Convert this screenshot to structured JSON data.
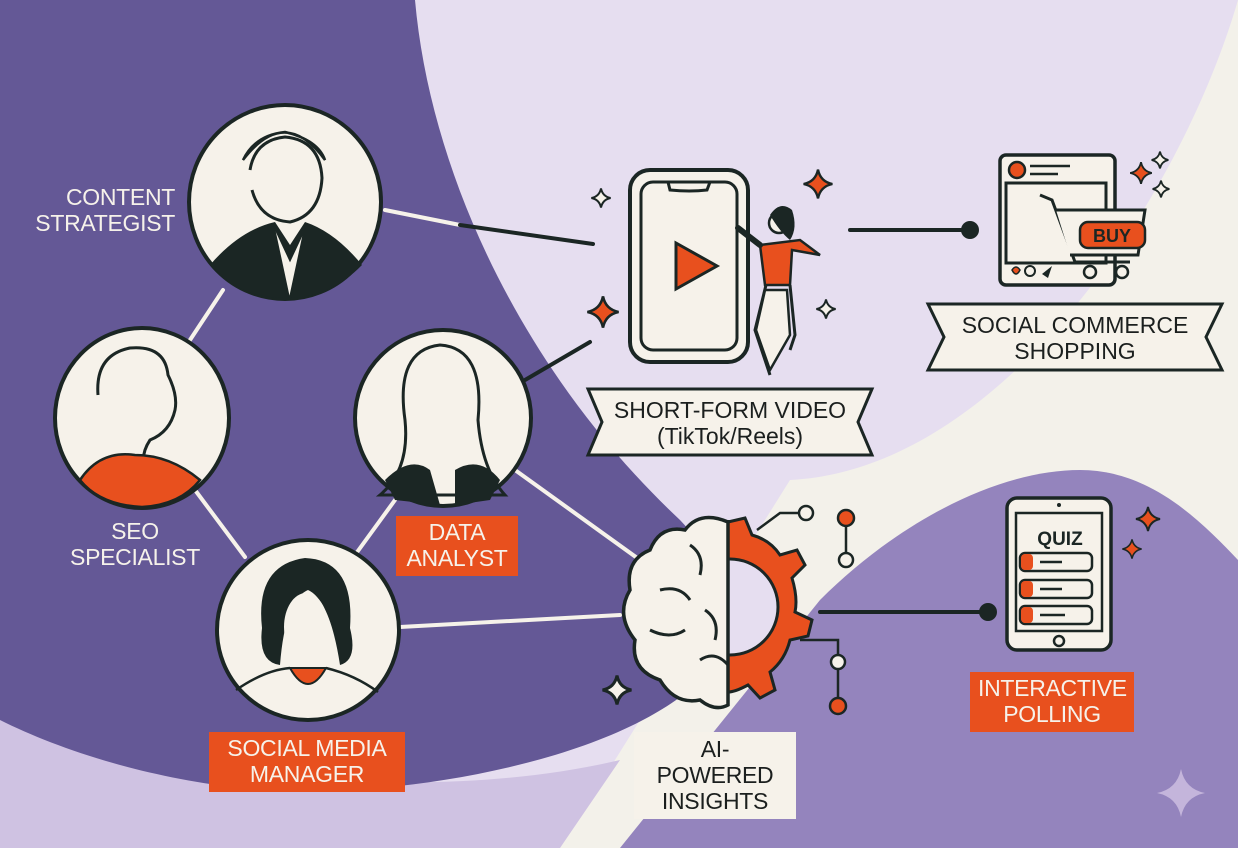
{
  "colors": {
    "bg_dark_purple": "#645896",
    "bg_light_lavender": "#e6def0",
    "bg_mid_purple": "#9484bd",
    "bg_pale_purple": "#cfc2e2",
    "bg_cream": "#f3f1ea",
    "accent_orange": "#e8501e",
    "ink": "#1b2624",
    "cream": "#f6f2ea"
  },
  "roles": [
    {
      "id": "content-strategist",
      "label_line1": "CONTENT",
      "label_line2": "STRATEGIST",
      "style": "white"
    },
    {
      "id": "seo-specialist",
      "label_line1": "SEO",
      "label_line2": "SPECIALIST",
      "style": "white"
    },
    {
      "id": "data-analyst",
      "label_line1": "DATA",
      "label_line2": "ANALYST",
      "style": "orange"
    },
    {
      "id": "social-media-manager",
      "label_line1": "SOCIAL MEDIA",
      "label_line2": "MANAGER",
      "style": "orange"
    }
  ],
  "trends": [
    {
      "id": "short-form-video",
      "label_line1": "SHORT-FORM VIDEO",
      "label_line2": "(TikTok/Reels)",
      "icon": "phone-play-dancer-icon"
    },
    {
      "id": "social-commerce",
      "label_line1": "SOCIAL COMMERCE",
      "label_line2": "SHOPPING",
      "icon": "shopping-cart-buy-icon",
      "button_text": "BUY"
    },
    {
      "id": "ai-insights",
      "label_line1": "AI-POWERED",
      "label_line2": "INSIGHTS",
      "icon": "brain-gear-icon"
    },
    {
      "id": "interactive-polling",
      "label_line1": "INTERACTIVE",
      "label_line2": "POLLING",
      "icon": "tablet-quiz-icon",
      "screen_title": "QUIZ"
    }
  ]
}
